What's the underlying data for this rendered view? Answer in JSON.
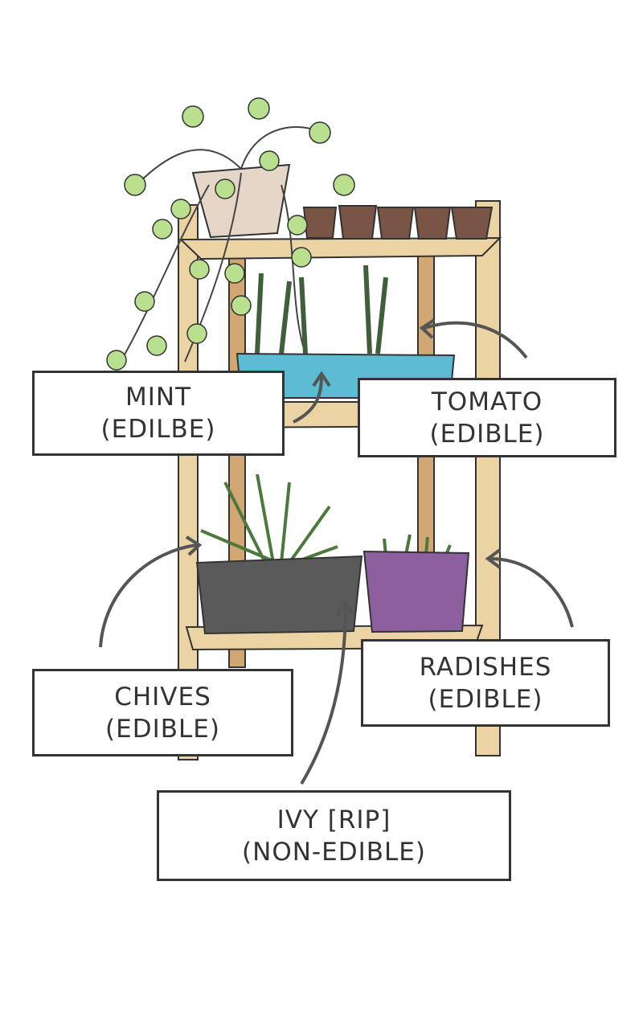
{
  "labels": {
    "mint": {
      "name": "MINT",
      "note": "(EDILBE)"
    },
    "tomato": {
      "name": "TOMATO",
      "note": "(EDIBLE)"
    },
    "chives": {
      "name": "CHIVES",
      "note": "(EDIBLE)"
    },
    "radishes": {
      "name": "RADISHES",
      "note": "(EDIBLE)"
    },
    "ivy": {
      "name": "IVY [RIP]",
      "note": "(NON-EDIBLE)"
    }
  },
  "colors": {
    "wood": "#ecd3a4",
    "wood_dark": "#d2a774",
    "planter_blue": "#5bbcd3",
    "planter_gray": "#5a5a5a",
    "planter_purple": "#8e5f9e",
    "leaf": "#b9e08e",
    "ink": "#333333"
  }
}
